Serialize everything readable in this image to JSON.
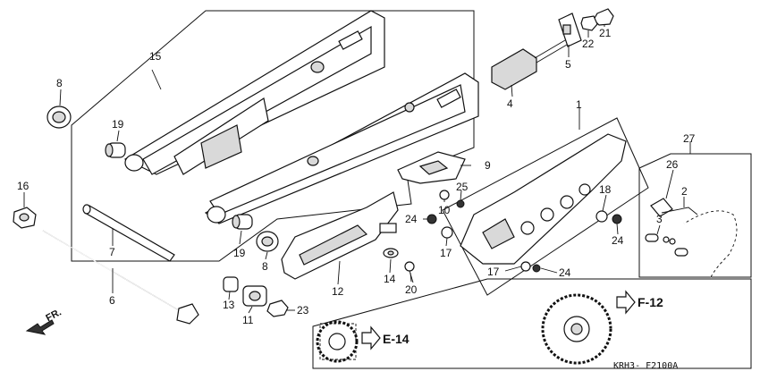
{
  "callouts": [
    "1",
    "2",
    "3",
    "4",
    "5",
    "6",
    "7",
    "8",
    "8",
    "9",
    "10",
    "11",
    "12",
    "13",
    "14",
    "15",
    "16",
    "17",
    "17",
    "18",
    "19",
    "19",
    "20",
    "21",
    "22",
    "23",
    "24",
    "24",
    "24",
    "25",
    "26",
    "27"
  ],
  "references": {
    "e14": "E-14",
    "f12": "F-12"
  },
  "direction": "FR.",
  "diagram_code": "KRH3- F2100A"
}
